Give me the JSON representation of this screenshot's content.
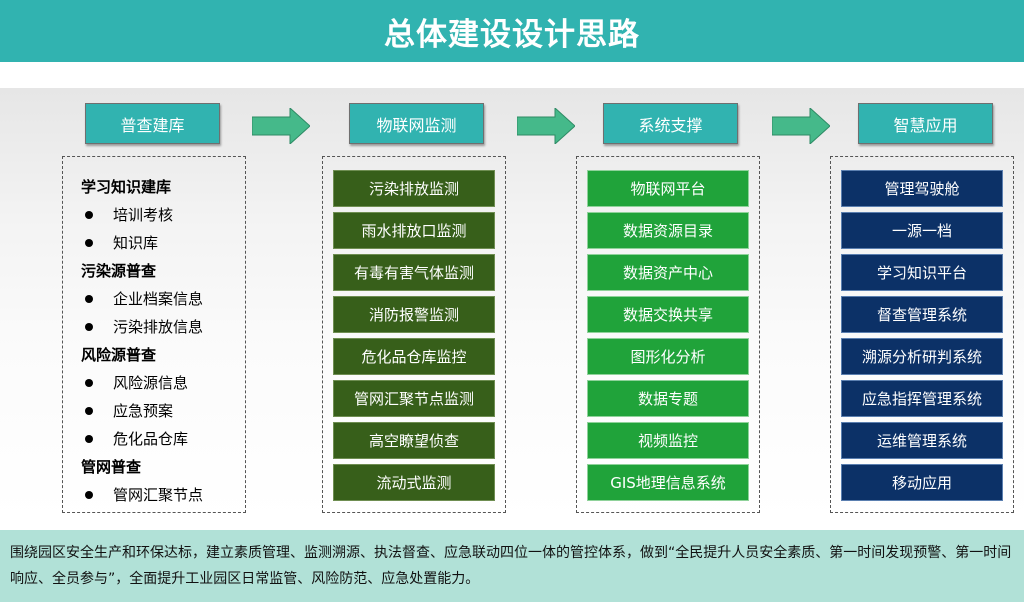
{
  "title": "总体建设设计思路",
  "columns": [
    {
      "header": "普查建库"
    },
    {
      "header": "物联网监测"
    },
    {
      "header": "系统支撑"
    },
    {
      "header": "智慧应用"
    }
  ],
  "knowledge_base": [
    {
      "type": "heading",
      "text": "学习知识建库"
    },
    {
      "type": "item",
      "text": "培训考核"
    },
    {
      "type": "item",
      "text": "知识库"
    },
    {
      "type": "heading",
      "text": "污染源普查"
    },
    {
      "type": "item",
      "text": "企业档案信息"
    },
    {
      "type": "item",
      "text": "污染排放信息"
    },
    {
      "type": "heading",
      "text": "风险源普查"
    },
    {
      "type": "item",
      "text": "风险源信息"
    },
    {
      "type": "item",
      "text": "应急预案"
    },
    {
      "type": "item",
      "text": "危化品仓库"
    },
    {
      "type": "heading",
      "text": "管网普查"
    },
    {
      "type": "item",
      "text": "管网汇聚节点"
    }
  ],
  "iot_monitoring": [
    "污染排放监测",
    "雨水排放口监测",
    "有毒有害气体监测",
    "消防报警监测",
    "危化品仓库监控",
    "管网汇聚节点监测",
    "高空瞭望侦查",
    "流动式监测"
  ],
  "system_support": [
    "物联网平台",
    "数据资源目录",
    "数据资产中心",
    "数据交换共享",
    "图形化分析",
    "数据专题",
    "视频监控",
    "GIS地理信息系统"
  ],
  "smart_apps": [
    "管理驾驶舱",
    "一源一档",
    "学习知识平台",
    "督查管理系统",
    "溯源分析研判系统",
    "应急指挥管理系统",
    "运维管理系统",
    "移动应用"
  ],
  "footer": "围绕园区安全生产和环保达标，建立素质管理、监测溯源、执法督查、应急联动四位一体的管控体系，做到“全民提升人员安全素质、第一时间发现预警、第一时间响应、全员参与”，全面提升工业园区日常监管、风险防范、应急处置能力。",
  "colors": {
    "title_bar": "#31b3b0",
    "header_box": "#31b3b0",
    "arrow": "#45b98a",
    "iot_cell": "#375f1a",
    "support_cell": "#20a33a",
    "app_cell": "#0c3167",
    "footer_bg": "#b1e1d7"
  }
}
